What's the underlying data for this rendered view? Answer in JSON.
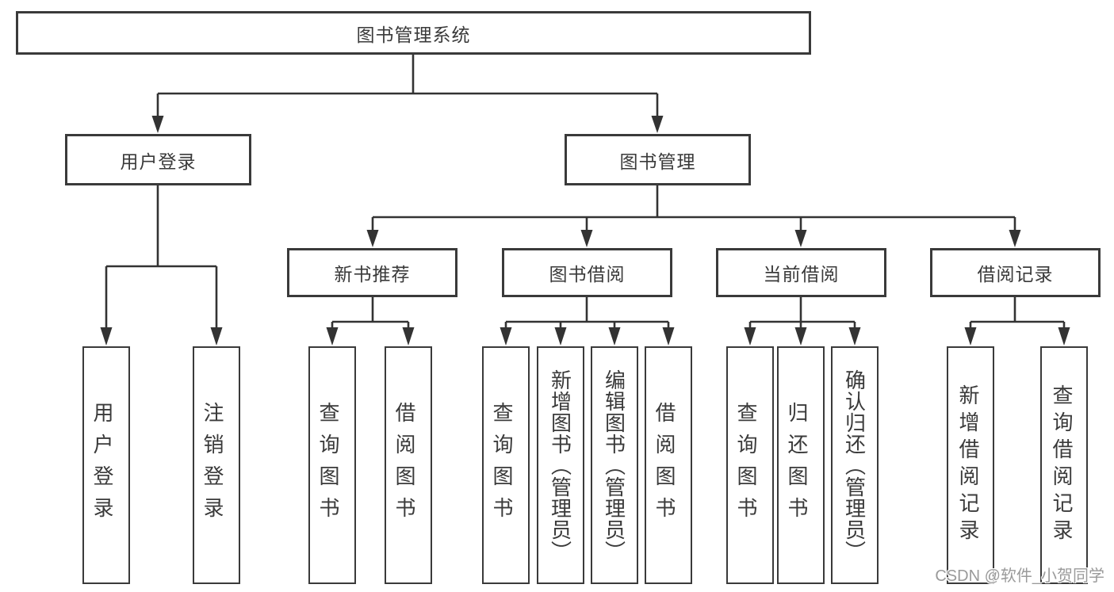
{
  "tree": {
    "label": "图书管理系统",
    "children": [
      {
        "label": "用户登录",
        "children": [
          {
            "label": "用户登录"
          },
          {
            "label": "注销登录"
          }
        ]
      },
      {
        "label": "图书管理",
        "children": [
          {
            "label": "新书推荐",
            "children": [
              {
                "label": "查询图书"
              },
              {
                "label": "借阅图书"
              }
            ]
          },
          {
            "label": "图书借阅",
            "children": [
              {
                "label": "查询图书"
              },
              {
                "label": "新增图书（管理员）"
              },
              {
                "label": "编辑图书（管理员）"
              },
              {
                "label": "借阅图书"
              }
            ]
          },
          {
            "label": "当前借阅",
            "children": [
              {
                "label": "查询图书"
              },
              {
                "label": "归还图书"
              },
              {
                "label": "确认归还（管理员）"
              }
            ]
          },
          {
            "label": "借阅记录",
            "children": [
              {
                "label": "新增借阅记录"
              },
              {
                "label": "查询借阅记录"
              }
            ]
          }
        ]
      }
    ]
  },
  "watermark": "CSDN @软件_小贺同学",
  "colors": {
    "line": "#333333",
    "box_border": "#3a3a3a",
    "text": "#3a3a3a",
    "background": "#ffffff",
    "watermark": "#9a9a9a"
  }
}
